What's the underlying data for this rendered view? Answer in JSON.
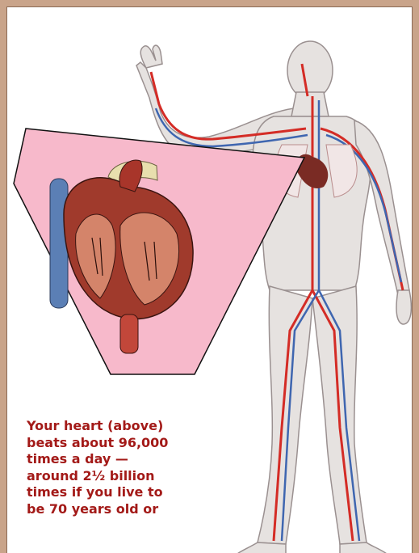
{
  "caption": {
    "lines": [
      "Your heart (above)",
      "beats about 96,000",
      "times a day —",
      "around 2½ billion",
      "times if you live to",
      "be 70 years old or"
    ]
  },
  "colors": {
    "frame_border": "#c9a48a",
    "panel_fill": "#f7b9cb",
    "caption_text": "#a31a18",
    "artery": "#d42c26",
    "vein": "#3f66b0"
  },
  "illustrations": {
    "heart_panel": "heart-cross-section-icon",
    "body": "circulatory-system-figure-icon"
  }
}
